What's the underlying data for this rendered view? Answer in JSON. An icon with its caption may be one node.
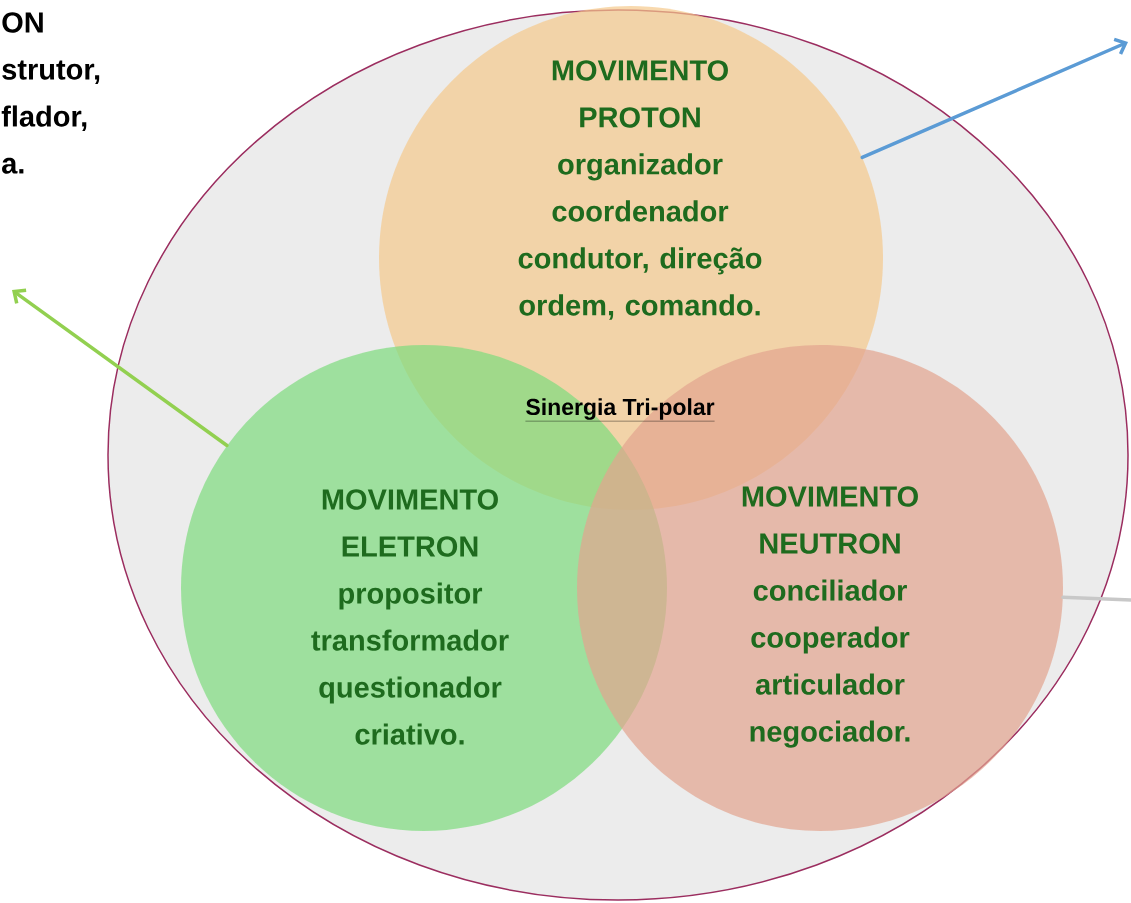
{
  "diagram": {
    "nodes": [
      {
        "text": [],
        "shape": "ellipse"
      },
      {
        "text": [
          "MOVIMENTO PROTON",
          "organizador coordenador condutor, direção ordem, comando."
        ],
        "in": 0
      },
      {
        "text": [
          "MOVIMENTO ELETRON",
          "propositor transformador questionador criativo."
        ],
        "in": 0
      },
      {
        "text": [
          "MOVIMENTO NEUTRON",
          "conciliador cooperador articulador negociador."
        ],
        "in": 0
      }
    ],
    "edges": [
      {
        "from": 1,
        "to": null,
        "arrow": "to",
        "color": "#5b9bd5"
      },
      {
        "from": 2,
        "to": null,
        "arrow": "to",
        "color": "#92d050"
      },
      {
        "from": 3,
        "to": null,
        "arrow": "none",
        "color": "#c8c8c8"
      }
    ],
    "labels": [
      "ON strutor, flador, a.",
      "Sinergia Tri-polar"
    ]
  }
}
